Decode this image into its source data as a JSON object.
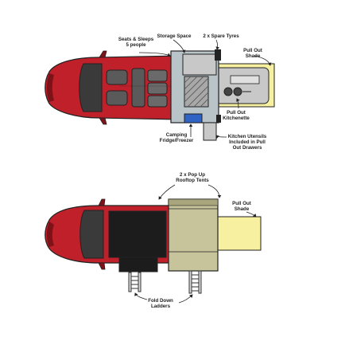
{
  "top_diagram": {
    "labels": {
      "seats": "Seats & Sleeps\n5 people",
      "storage": "Storage Space",
      "tyres": "2 x Spare Tyres",
      "shade": "Pull Out\nShade",
      "kitchenette": "Pull Out\nKitchenette",
      "fridge": "Camping\nFridge/Freezer",
      "utensils": "Kitchen Utensils\nIncluded in Pull\nOut Drawers"
    }
  },
  "bottom_diagram": {
    "labels": {
      "tents": "2 x Pop Up\nRooftop Tents",
      "shade": "Pull Out\nShade",
      "ladders": "Fold Down\nLadders"
    }
  },
  "colors": {
    "car_body": "#c0202a",
    "car_dark": "#7d1218",
    "glass": "#3a3a3a",
    "seat": "#5a5a5a",
    "canopy": "#b8c4c8",
    "storage": "#c8c8c8",
    "shade": "#f6f0a0",
    "fridge": "#2f63c4",
    "tent_black": "#1c1c1c",
    "tent_olive": "#c7c39a",
    "ladder": "#d8d8d8",
    "outline": "#222222"
  }
}
